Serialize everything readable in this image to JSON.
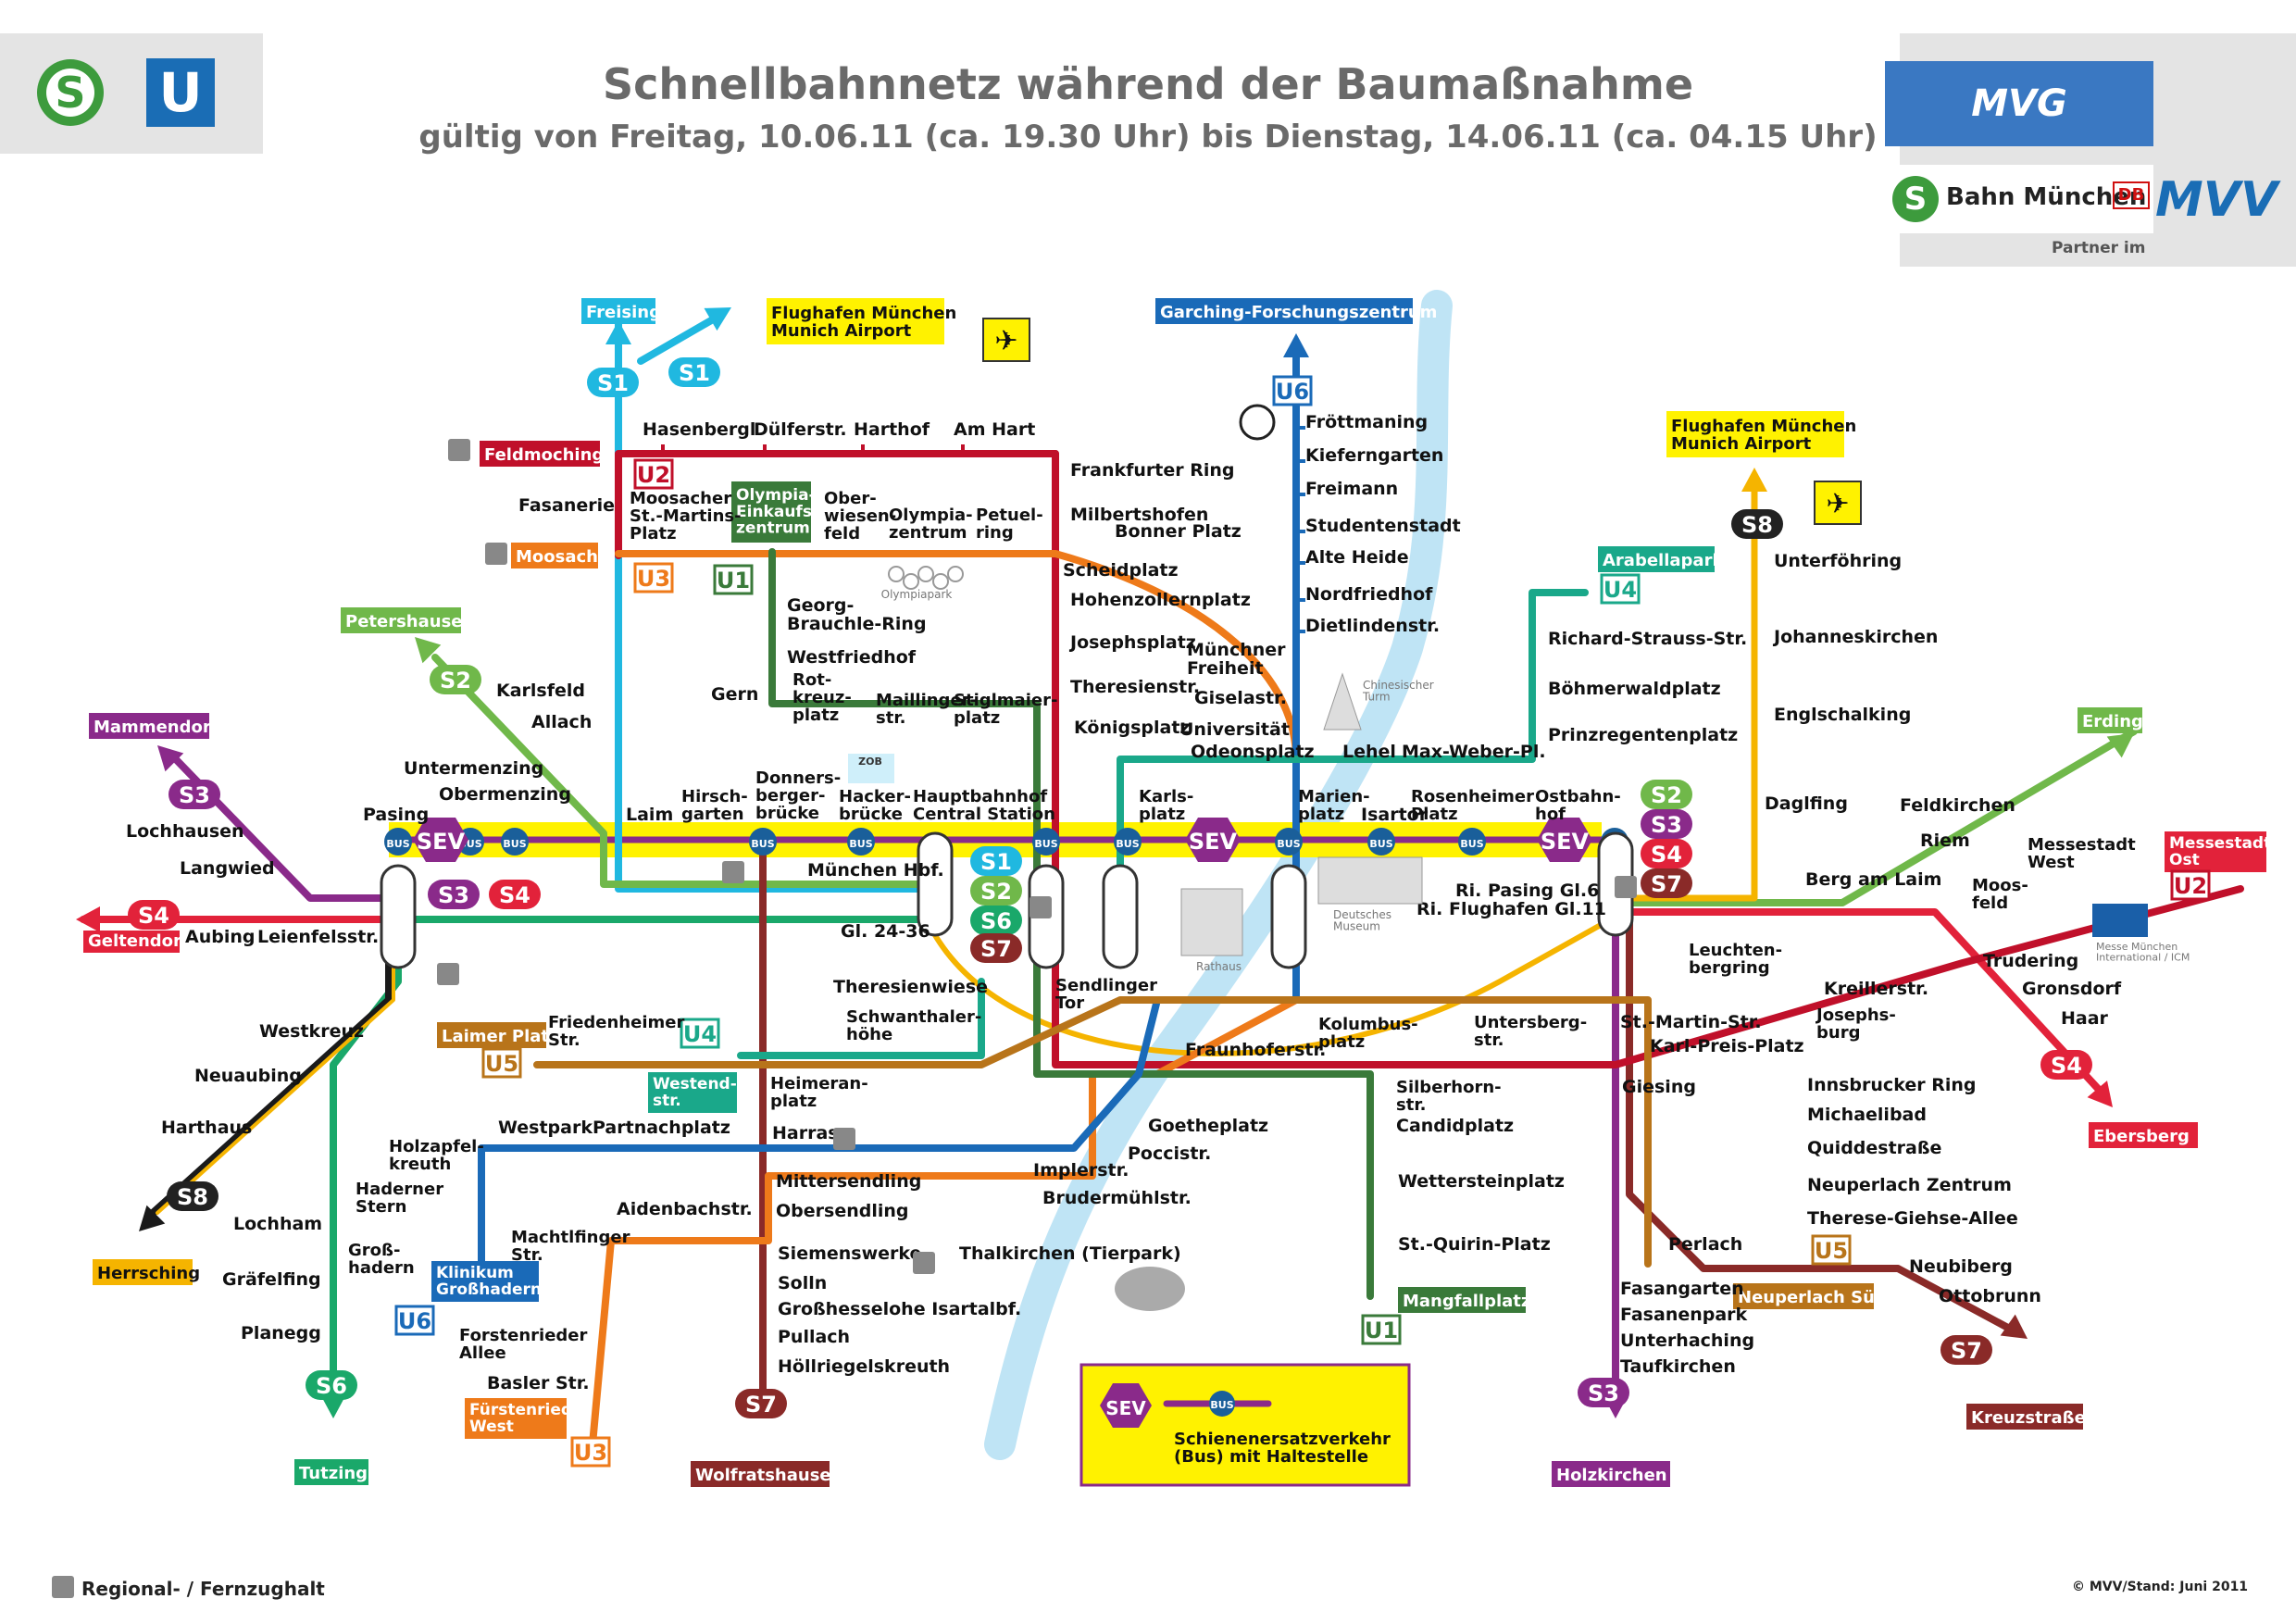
{
  "header": {
    "title": "Schnellbahnnetz während der Baumaßnahme",
    "subtitle": "gültig von Freitag, 10.06.11 (ca. 19.30 Uhr) bis Dienstag, 14.06.11 (ca. 04.15 Uhr)",
    "logo_s": "S",
    "logo_u": "U",
    "mvg": "MVG",
    "sbahn_s": "S",
    "sbahn": "Bahn München",
    "db": "DB",
    "partner": "Partner im",
    "mvv": "MVV"
  },
  "colors": {
    "S1": "#20b8e0",
    "S2": "#70b84a",
    "S3": "#8a2a8a",
    "S4": "#e2223a",
    "S6": "#1aa86a",
    "S7": "#8a2a28",
    "S8": "#1a1a1a",
    "U1": "#3a7a3a",
    "U2": "#c0102a",
    "U3": "#ee7a1a",
    "U4": "#1aa88a",
    "U5": "#b8741a",
    "U6": "#1a6ab8",
    "SEV": "#fff200",
    "river": "#bfe4f5"
  },
  "termini": {
    "freising": "Freising",
    "flughafen1": "Flughafen München\nMunich Airport",
    "flughafen2": "Flughafen München\nMunich Airport",
    "garching": "Garching-Forschungszentrum",
    "feldmoching": "Feldmoching",
    "moosach": "Moosach",
    "olympia_ez": "Olympia-\nEinkaufs-\nzentrum",
    "petershausen": "Petershausen",
    "mammendorf": "Mammendorf",
    "geltendorf": "Geltendorf",
    "herrsching": "Herrsching",
    "tutzing": "Tutzing",
    "kl_grosshadern": "Klinikum\nGroßhadern",
    "laimer_platz": "Laimer Platz",
    "westendstr": "Westend-\nstr.",
    "fuerstenried": "Fürstenried\nWest",
    "wolfratshausen": "Wolfratshausen",
    "holzkirchen": "Holzkirchen",
    "kreuzstrasse": "Kreuzstraße",
    "ebersberg": "Ebersberg",
    "messestadt_ost": "Messestadt\nOst",
    "erding": "Erding",
    "arabellapark": "Arabellapark",
    "mangfallplatz": "Mangfallplatz",
    "neuperlach_sued": "Neuperlach Süd"
  },
  "line_badges": {
    "s1_a": "S1",
    "s1_b": "S1",
    "u6_top": "U6",
    "u2": "U2",
    "u3": "U3",
    "u1": "U1",
    "s2_w": "S2",
    "s3_w": "S3",
    "s3_p": "S3",
    "s4_p": "S4",
    "s4_w": "S4",
    "s8_top": "S8",
    "u4_e": "U4",
    "s2_e": "S2",
    "s3_e": "S3",
    "s4_e": "S4",
    "s7_e": "S7",
    "s1_h": "S1",
    "s2_h": "S2",
    "s6_h": "S6",
    "s7_h": "S7",
    "u2_e": "U2",
    "s4_se": "S4",
    "s8_sw": "S8",
    "u6_sw": "U6",
    "s6_s": "S6",
    "u4_w": "U4",
    "u5_w": "U5",
    "u3_s": "U3",
    "s7_s": "S7",
    "s3_s": "S3",
    "u1_s": "U1",
    "u5_s": "U5",
    "s7_se": "S7"
  },
  "sev": {
    "label": "SEV",
    "bus": "BUS",
    "legend": "Schienenersatzverkehr\n(Bus) mit Haltestelle"
  },
  "stations": {
    "hasenbergl": "Hasenbergl",
    "duelferstr": "Dülferstr.",
    "harthof": "Harthof",
    "am_hart": "Am Hart",
    "frankfurter_ring": "Frankfurter Ring",
    "fasanerie": "Fasanerie",
    "moosacher": "Moosacher\nSt.-Martins-\nPlatz",
    "oberwiesenfeld": "Ober-\nwiesen-\nfeld",
    "olympiazentrum": "Olympia-\nzentrum",
    "petuelring": "Petuel-\nring",
    "milbertshofen": "Milbertshofen",
    "bonner_platz": "Bonner Platz",
    "scheidplatz": "Scheidplatz",
    "hohenzollernplatz": "Hohenzollernplatz",
    "josephsplatz": "Josephsplatz",
    "theresienstr": "Theresienstr.",
    "koenigsplatz": "Königsplatz",
    "muenchner_freiheit": "Münchner\nFreiheit",
    "giselastr": "Giselastr.",
    "universitaet": "Universität",
    "odeonsplatz": "Odeonsplatz",
    "froettmaning": "Fröttmaning",
    "kieferngarten": "Kieferngarten",
    "freimann": "Freimann",
    "studentenstadt": "Studentenstadt",
    "alte_heide": "Alte Heide",
    "nordfriedhof": "Nordfriedhof",
    "dietlindenstr": "Dietlindenstr.",
    "georg_brauchle": "Georg-\nBrauchle-Ring",
    "westfriedhof": "Westfriedhof",
    "gern": "Gern",
    "rotkreuzplatz": "Rot-\nkreuz-\nplatz",
    "maillingerstr": "Maillinger-\nstr.",
    "stiglmaierplatz": "Stiglmaier-\nplatz",
    "karlsfeld": "Karlsfeld",
    "allach": "Allach",
    "untermenzing": "Untermenzing",
    "obermenzing": "Obermenzing",
    "lochhausen": "Lochhausen",
    "langwied": "Langwied",
    "pasing": "Pasing",
    "laim": "Laim",
    "hirschgarten": "Hirsch-\ngarten",
    "donnersbergerbruecke": "Donners-\nberger-\nbrücke",
    "hackerbruecke": "Hacker-\nbrücke",
    "hauptbahnhof": "Hauptbahnhof\nCentral Station",
    "karlsplatz": "Karls-\nplatz",
    "marienplatz": "Marien-\nplatz",
    "isartor": "Isartor",
    "rosenheimer_platz": "Rosenheimer\nPlatz",
    "ostbahnhof": "Ostbahn-\nhof",
    "lehel": "Lehel",
    "max_weber_pl": "Max-Weber-Pl.",
    "richard_strauss": "Richard-Strauss-Str.",
    "boehmerwaldplatz": "Böhmerwaldplatz",
    "prinzregentenplatz": "Prinzregentenplatz",
    "unterfoehring": "Unterföhring",
    "johanneskirchen": "Johanneskirchen",
    "englschalking": "Englschalking",
    "daglfing": "Daglfing",
    "feldkirchen": "Feldkirchen",
    "riem": "Riem",
    "messestadt_west": "Messestadt\nWest",
    "moosfeld": "Moos-\nfeld",
    "berg_am_laim": "Berg am Laim",
    "ri_pasing": "Ri. Pasing Gl.6",
    "ri_flughafen": "Ri. Flughafen Gl.11",
    "leuchtenbergring": "Leuchten-\nbergring",
    "trudering": "Trudering",
    "gronsdorf": "Gronsdorf",
    "haar": "Haar",
    "kreillerstr": "Kreillerstr.",
    "josephsburg": "Josephs-\nburg",
    "st_martin_str": "St.-Martin-Str.",
    "karl_preis_platz": "Karl-Preis-Platz",
    "giesing": "Giesing",
    "innsbrucker_ring": "Innsbrucker Ring",
    "michaelibad": "Michaelibad",
    "quiddestrasse": "Quiddestraße",
    "neuperlach_zentrum": "Neuperlach Zentrum",
    "therese_giehse": "Therese-Giehse-Allee",
    "perlach": "Perlach",
    "neubiberg": "Neubiberg",
    "ottobrunn": "Ottobrunn",
    "fasangarten": "Fasangarten",
    "fasanenpark": "Fasanenpark",
    "unterhaching": "Unterhaching",
    "taufkirchen": "Taufkirchen",
    "muenchen_hbf": "München Hbf.",
    "gl_24_36": "Gl. 24-36",
    "aubing": "Aubing",
    "leienfelsstr": "Leienfelsstr.",
    "westkreuz": "Westkreuz",
    "neuaubing": "Neuaubing",
    "harthaus": "Harthaus",
    "lochham": "Lochham",
    "graefelfing": "Gräfelfing",
    "planegg": "Planegg",
    "theresienwiese": "Theresienwiese",
    "schwanthalerhoehe": "Schwanthaler-\nhöhe",
    "friedenheimer_str": "Friedenheimer\nStr.",
    "heimeranplatz": "Heimeran-\nplatz",
    "harras": "Harras",
    "sendlinger_tor": "Sendlinger\nTor",
    "fraunhoferstr": "Fraunhoferstr.",
    "kolumbusplatz": "Kolumbus-\nplatz",
    "untersbergstr": "Untersberg-\nstr.",
    "silberhornstr": "Silberhorn-\nstr.",
    "candidplatz": "Candidplatz",
    "wettersteinplatz": "Wettersteinplatz",
    "st_quirin_platz": "St.-Quirin-Platz",
    "goetheplatz": "Goetheplatz",
    "poccistr": "Poccistr.",
    "implerstr": "Implerstr.",
    "brudermuehlstr": "Brudermühlstr.",
    "thalkirchen": "Thalkirchen (Tierpark)",
    "holzapfelkreuth": "Holzapfel-\nkreuth",
    "westpark": "Westpark",
    "partnachplatz": "Partnachplatz",
    "haderner_stern": "Haderner\nStern",
    "grosshadern": "Groß-\nhadern",
    "aidenbachstr": "Aidenbachstr.",
    "machtlfinger_str": "Machtlfinger\nStr.",
    "forstenrieder_allee": "Forstenrieder\nAllee",
    "basler_str": "Basler Str.",
    "mittersendling": "Mittersendling",
    "obersendling": "Obersendling",
    "siemenswerke": "Siemenswerke",
    "solln": "Solln",
    "grosshesselohe": "Großhesselohe Isartalbf.",
    "pullach": "Pullach",
    "hoellriegelskreuth": "Höllriegelskreuth"
  },
  "landmarks": {
    "olympiapark": "Olympiapark",
    "zob": "ZOB",
    "chinesischer_turm": "Chinesischer\nTurm",
    "deutsches_museum": "Deutsches\nMuseum",
    "rathaus": "Rathaus",
    "messe": "Messe München\nInternational / ICM"
  },
  "footer": {
    "regional": "Regional- / Fernzughalt",
    "copyright": "© MVV/Stand: Juni 2011"
  }
}
